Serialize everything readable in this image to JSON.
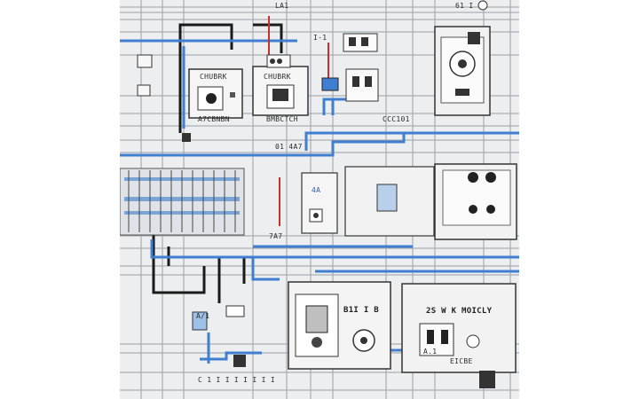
{
  "labels": {
    "top_a": "LA1",
    "top_b": "61 I",
    "top_c": "I-1",
    "panel1_title": "CHUBRK",
    "panel1_sub": "A7CBNBN",
    "panel2_title": "CHUBRK",
    "panel2_sub": "BMBCTCH",
    "panel2_sub2": "CCC101",
    "row_code": "01 4A7",
    "mid_code": "7A7",
    "blue_code": "4A",
    "small_a": "A/1",
    "bottom_code": "C 1 I I I I I I I",
    "socket_code": "B1I I B",
    "right_title": "2S W K MOICLY",
    "right_sub": "EICBE",
    "right_sub2": "A.1"
  },
  "colors": {
    "background": "#eceef0",
    "wire_blue": "#3f7ed0",
    "wire_black": "#1a1a1a",
    "wire_red": "#c8302a",
    "wire_grey": "#8c9198"
  }
}
